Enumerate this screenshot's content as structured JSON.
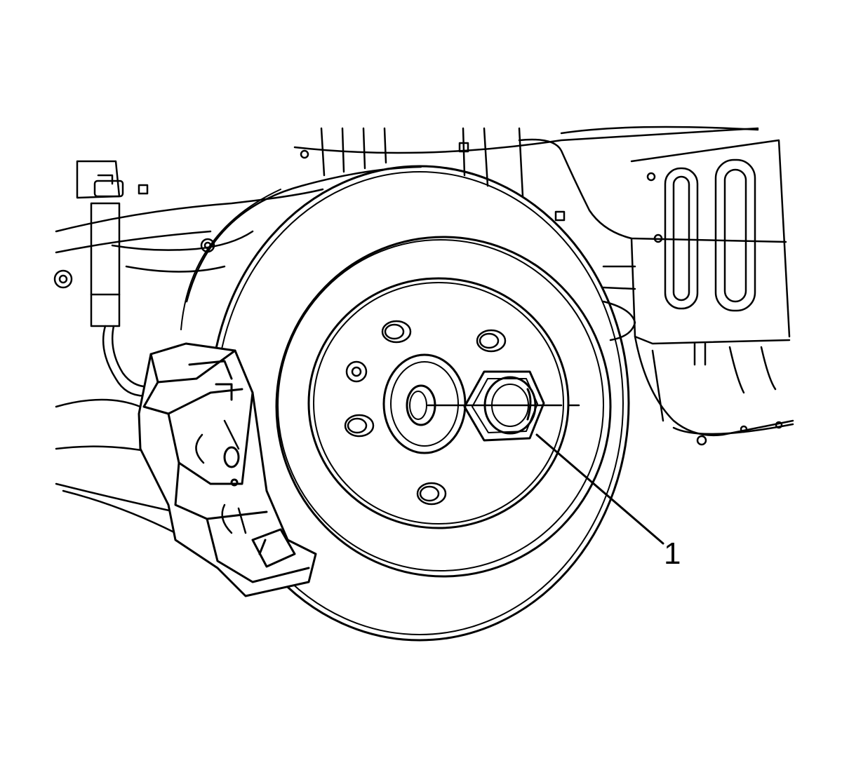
{
  "illustration": {
    "subject": "brake-rotor-hub-assembly",
    "line_color": "#000000",
    "background_color": "#ffffff"
  },
  "callouts": [
    {
      "id": "1",
      "label": "1"
    }
  ]
}
